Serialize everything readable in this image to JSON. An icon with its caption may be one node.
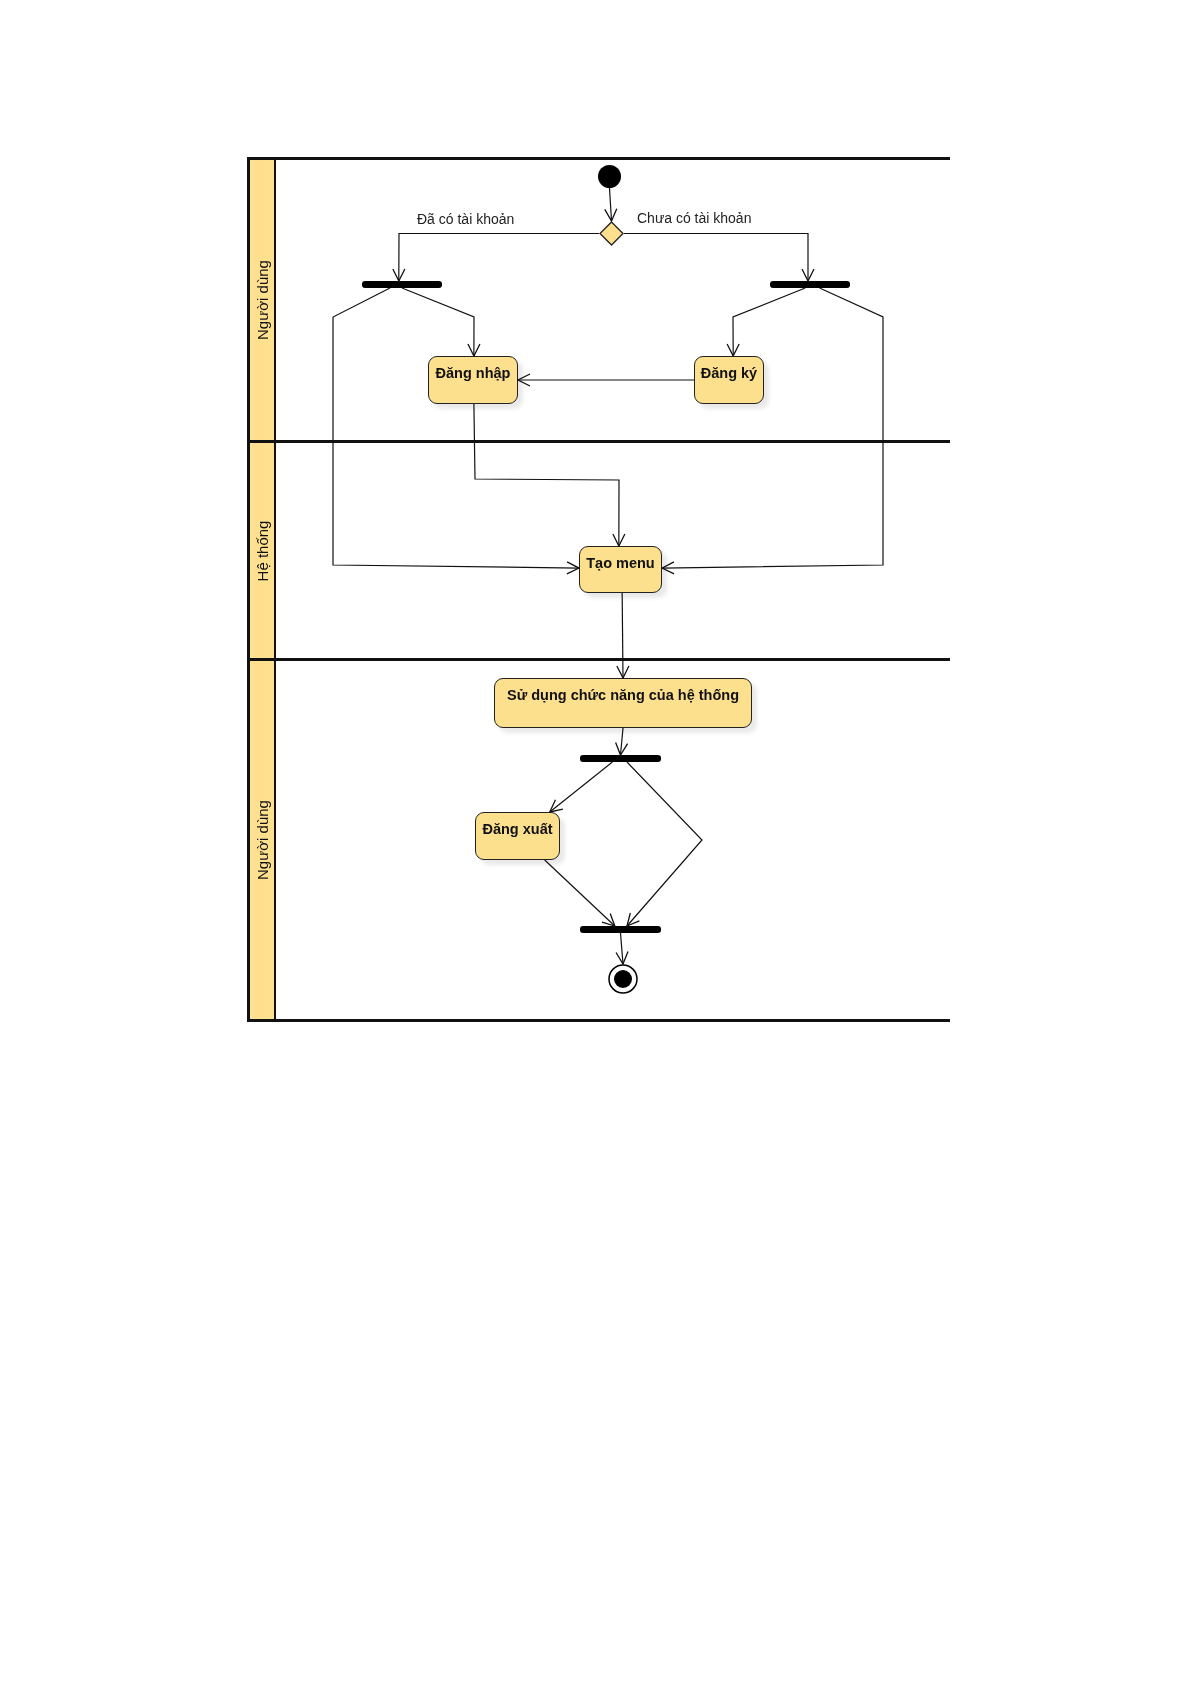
{
  "diagram": {
    "nodes": [
      {
        "text": [
          "Người dùng"
        ]
      },
      {
        "text": [
          "Hệ thống"
        ]
      },
      {
        "text": [
          "Người dùng"
        ]
      },
      {
        "text": [],
        "shape": "circle",
        "in": 0
      },
      {
        "text": [],
        "shape": "diamond",
        "in": 0
      },
      {
        "text": [],
        "shape": "bar",
        "in": 0
      },
      {
        "text": [],
        "shape": "bar",
        "in": 0
      },
      {
        "text": [
          "Đăng nhập"
        ],
        "in": 0
      },
      {
        "text": [
          "Đăng ký"
        ],
        "in": 0
      },
      {
        "text": [
          "Tạo menu"
        ],
        "in": 1
      },
      {
        "text": [
          "Sử dụng chức năng của hệ thống"
        ],
        "in": 2
      },
      {
        "text": [],
        "shape": "bar",
        "in": 2
      },
      {
        "text": [
          "Đăng xuất"
        ],
        "in": 2
      },
      {
        "text": [],
        "shape": "bar",
        "in": 2
      },
      {
        "text": [],
        "shape": "circle",
        "in": 2
      }
    ],
    "edges": [
      {
        "from": 3,
        "to": 4,
        "arrow": "to"
      },
      {
        "from": 4,
        "to": 5,
        "arrow": "to",
        "label": "Đã có tài khoản"
      },
      {
        "from": 4,
        "to": 6,
        "arrow": "to",
        "label": "Chưa có tài khoản"
      },
      {
        "from": 5,
        "to": 7,
        "arrow": "to"
      },
      {
        "from": 5,
        "to": 9,
        "arrow": "to"
      },
      {
        "from": 6,
        "to": 8,
        "arrow": "to"
      },
      {
        "from": 6,
        "to": 9,
        "arrow": "to"
      },
      {
        "from": 8,
        "to": 7,
        "arrow": "to"
      },
      {
        "from": 7,
        "to": 9,
        "arrow": "to"
      },
      {
        "from": 9,
        "to": 10,
        "arrow": "to"
      },
      {
        "from": 10,
        "to": 11,
        "arrow": "to"
      },
      {
        "from": 11,
        "to": 12,
        "arrow": "to"
      },
      {
        "from": 11,
        "to": 13,
        "arrow": "to"
      },
      {
        "from": 12,
        "to": 13,
        "arrow": "to"
      },
      {
        "from": 13,
        "to": 14,
        "arrow": "to"
      }
    ]
  }
}
